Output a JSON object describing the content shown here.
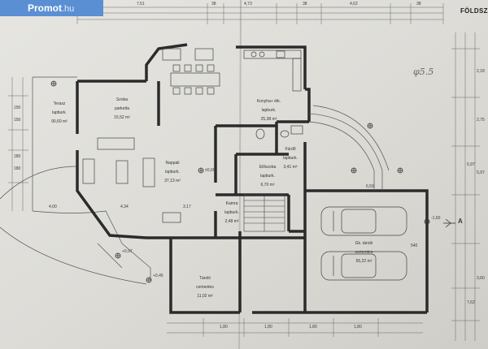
{
  "brand": {
    "name": "Promot",
    "tld": ".hu"
  },
  "sheet_title": "FÖLDSZINT",
  "section_marker": "A",
  "handwritten_note": "φ5.5",
  "rooms": [
    {
      "key": "terasz",
      "name": "Terasz",
      "floor": "lapburk.",
      "area": "90,60 m²"
    },
    {
      "key": "szoba",
      "name": "Szoba",
      "floor": "parketta",
      "area": "15,52 m²"
    },
    {
      "key": "nappali",
      "name": "Nappali",
      "floor": "lapburk.",
      "area": "37,13 m²"
    },
    {
      "key": "konyha",
      "name": "Konyha+ étk.",
      "floor": "lapburk.",
      "area": "25,38 m²"
    },
    {
      "key": "furdo",
      "name": "Fürdő",
      "floor": "lapburk.",
      "area": "3,41 m²"
    },
    {
      "key": "eloszoba",
      "name": "Előszoba",
      "floor": "lapburk.",
      "area": "6,70 m²"
    },
    {
      "key": "kamra",
      "name": "Kamra",
      "floor": "lapburk.",
      "area": "2,48 m²"
    },
    {
      "key": "tarolo",
      "name": "Tároló",
      "floor": "cementes",
      "area": "11,02 m²"
    },
    {
      "key": "garazs",
      "name": "Gk. tároló",
      "floor": "cementes",
      "area": "55,22 m²"
    }
  ],
  "dimensions": {
    "top": [
      "7,51",
      "38",
      "4,73",
      "38",
      "4,62",
      "38"
    ],
    "right": [
      "2,18",
      "2,75",
      "5,97",
      "5,97",
      "3,60",
      "7,62"
    ],
    "left": [
      "150",
      "150",
      "180",
      "180"
    ],
    "bottom": [
      "1,80",
      "1,80",
      "1,80",
      "1,80"
    ],
    "mid": [
      "4,00",
      "4,34",
      "3,17",
      "6,50",
      "540",
      "+0,45",
      "+0,97",
      "±0,00",
      "-1,60"
    ]
  }
}
